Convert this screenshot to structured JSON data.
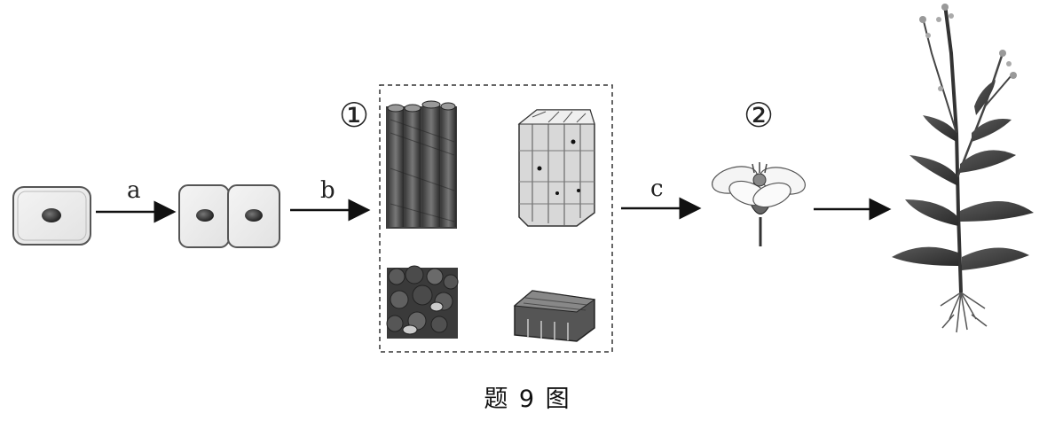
{
  "labels": {
    "arrow_a": "a",
    "arrow_b": "b",
    "arrow_c": "c",
    "marker_1": "①",
    "marker_2": "②"
  },
  "caption": "题 9 图"
}
